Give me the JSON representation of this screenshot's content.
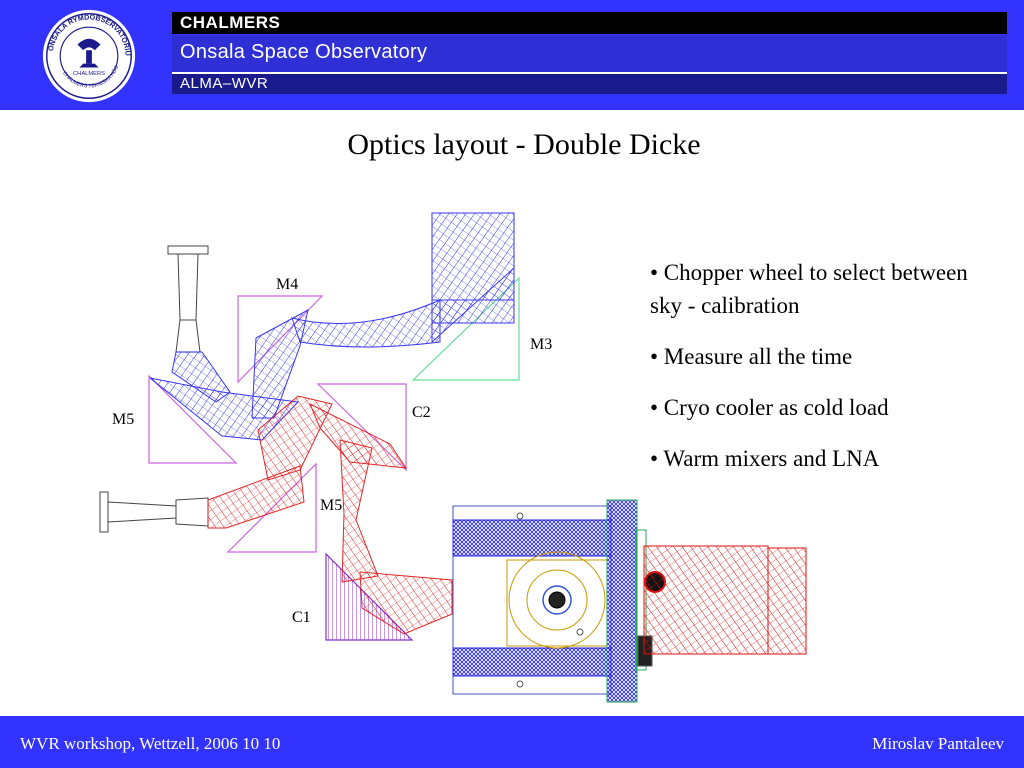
{
  "header": {
    "logo_ring_text": "ONSALA RYMDOBSERVATORIUM",
    "logo_lower_text": "CHALMERS TEKNISKA HÖGSKOLA",
    "org": "CHALMERS",
    "observatory": "Onsala Space Observatory",
    "project": "ALMA–WVR"
  },
  "slide": {
    "title": "Optics layout - Double Dicke"
  },
  "diagram": {
    "labels": {
      "m4": "M4",
      "m3": "M3",
      "m5_upper": "M5",
      "c2": "C2",
      "m5_lower": "M5",
      "c1": "C1"
    }
  },
  "bullets": [
    "• Chopper wheel to select between sky - calibration",
    "•  Measure all the time",
    "•  Cryo cooler as cold load",
    "• Warm mixers and LNA"
  ],
  "footer": {
    "left": "WVR workshop, Wettzell, 2006 10 10",
    "right": "Miroslav Pantaleev"
  },
  "colors": {
    "header_blue": "#3333ff",
    "beam_blue": "#2222ee",
    "beam_red": "#e01010",
    "mirror_violet": "#cc66dd",
    "mirror_green": "#66dd99"
  }
}
